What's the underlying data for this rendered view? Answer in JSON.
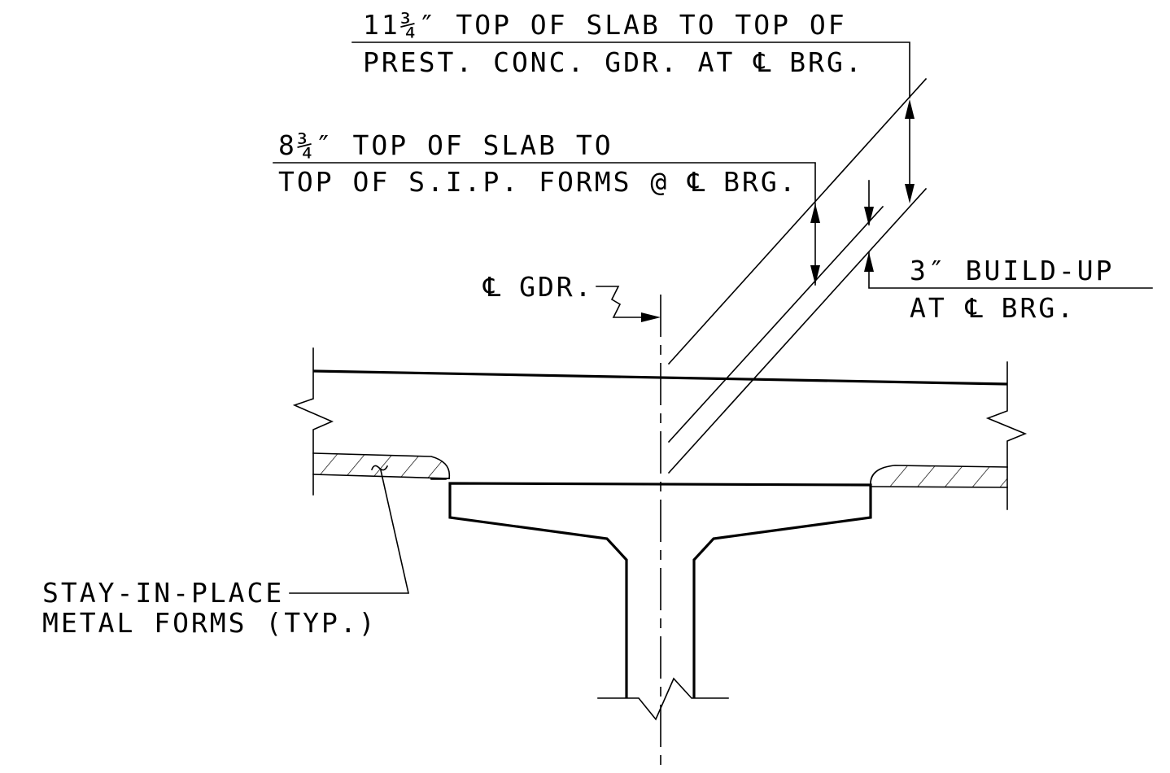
{
  "labels": {
    "top_slab_line1": "11¾″ TOP OF SLAB TO TOP OF",
    "top_slab_line2_pre": "PREST. CONC. GDR. AT ",
    "centerline_symbol": "℄",
    "top_slab_line2_post": " BRG.",
    "sip_line1": "8¾″ TOP OF SLAB TO",
    "sip_line2_pre": "TOP OF S.I.P. FORMS @ ",
    "sip_line2_post": " BRG.",
    "gdr_label": " GDR.",
    "buildup_line1": "3″ BUILD-UP",
    "buildup_line2_pre": "AT ",
    "buildup_line2_post": " BRG.",
    "forms_line1": "STAY-IN-PLACE",
    "forms_line2": "METAL FORMS (TYP.)"
  }
}
